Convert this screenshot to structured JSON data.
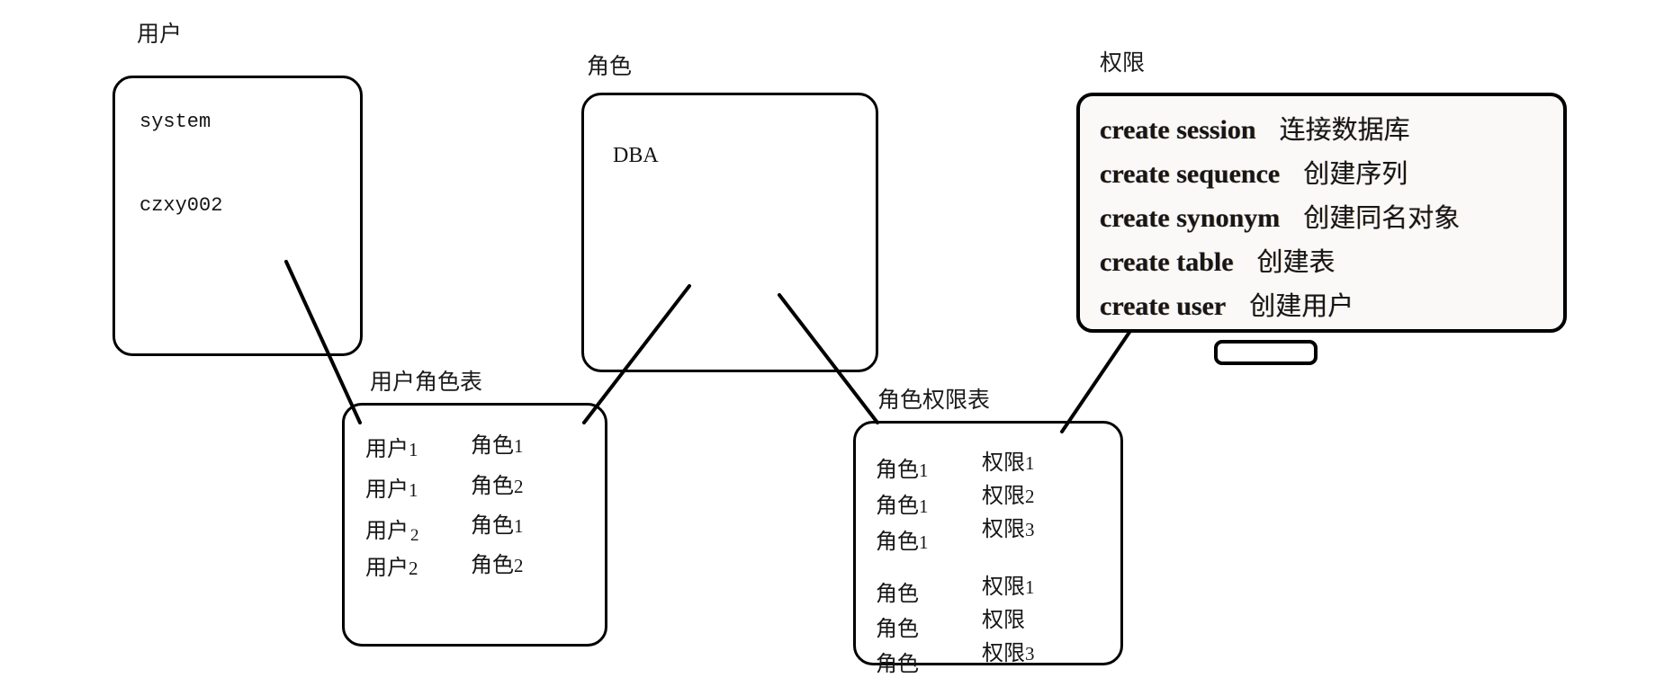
{
  "diagram": {
    "title_user": "用户",
    "title_role": "角色",
    "title_privilege": "权限",
    "title_user_role_table": "用户角色表",
    "title_role_privilege_table": "角色权限表",
    "stroke_color": "#000000",
    "shaded_fill": "#faf9f7"
  },
  "user_box": {
    "entries": [
      {
        "name": "system"
      },
      {
        "name": "czxy002"
      }
    ]
  },
  "role_box": {
    "entries": [
      {
        "name": "DBA"
      }
    ]
  },
  "privilege_box": {
    "rows": [
      {
        "command": "create session",
        "meaning": "连接数据库"
      },
      {
        "command": "create sequence",
        "meaning": "创建序列"
      },
      {
        "command": "create synonym",
        "meaning": "创建同名对象"
      },
      {
        "command": "create table",
        "meaning": "创建表"
      },
      {
        "command": "create user",
        "meaning": "创建用户"
      }
    ]
  },
  "user_role_table": {
    "rows": [
      {
        "left": "用户",
        "left_num": "1",
        "right": "角色",
        "right_num": "1",
        "sub": false
      },
      {
        "left": "用户",
        "left_num": "1",
        "right": "角色",
        "right_num": "2",
        "sub": false
      },
      {
        "left": "用户",
        "left_num": "2",
        "right": "角色",
        "right_num": "1",
        "sub": true
      },
      {
        "left": "用户",
        "left_num": "2",
        "right": "角色",
        "right_num": "2",
        "sub": false
      }
    ]
  },
  "role_privilege_table": {
    "left_rows": [
      {
        "text": "角色",
        "num": "1"
      },
      {
        "text": "角色",
        "num": "1"
      },
      {
        "text": "角色",
        "num": "1"
      },
      {
        "text": "角色",
        "num": ""
      },
      {
        "text": "角色",
        "num": ""
      },
      {
        "text": "角色",
        "num": ""
      }
    ],
    "right_rows": [
      {
        "text": "权限",
        "num": "1"
      },
      {
        "text": "权限",
        "num": "2"
      },
      {
        "text": "权限",
        "num": "3"
      },
      {
        "text": "权限",
        "num": "1"
      },
      {
        "text": "权限",
        "num": ""
      },
      {
        "text": "权限",
        "num": "3"
      }
    ]
  }
}
